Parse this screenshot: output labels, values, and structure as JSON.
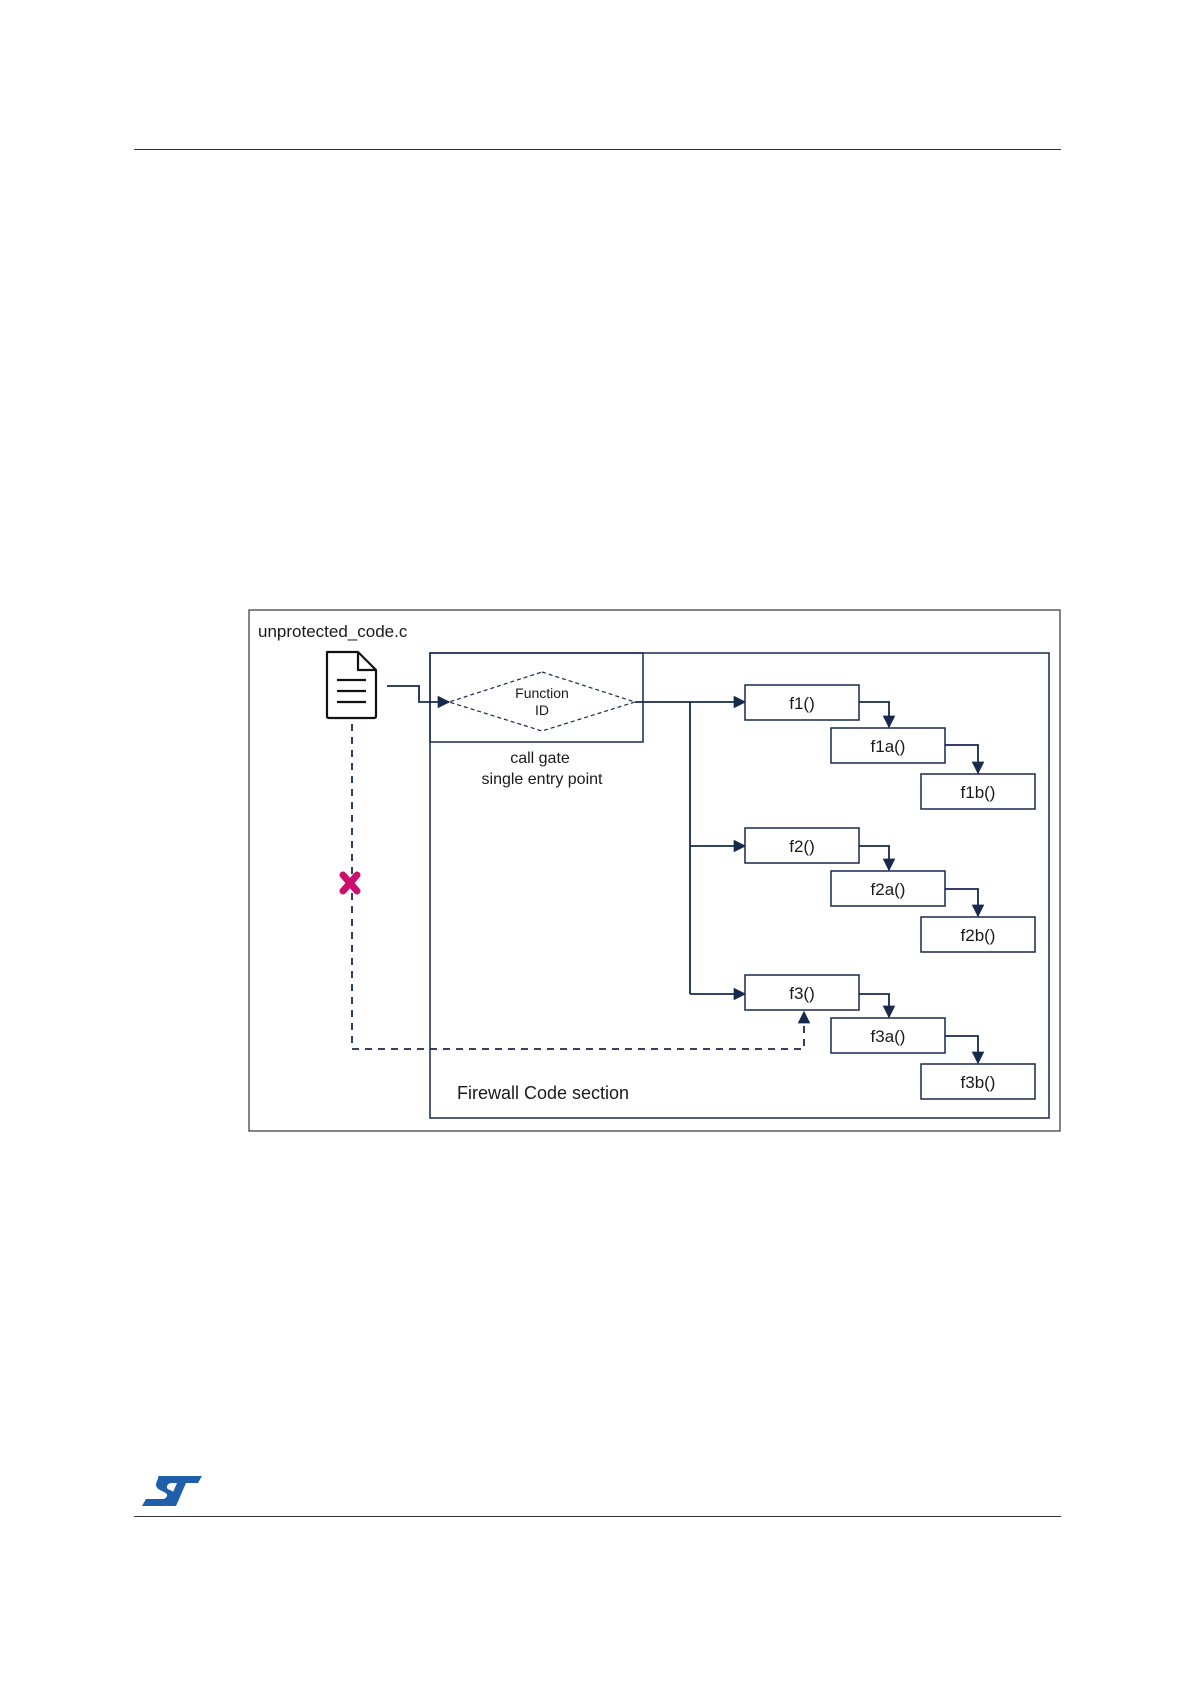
{
  "diagram": {
    "outer_label": "unprotected_code.c",
    "firewall_label": "Firewall Code section",
    "gate_diamond_line1": "Function",
    "gate_diamond_line2": "ID",
    "gate_caption_line1": "call gate",
    "gate_caption_line2": "single entry point",
    "functions": [
      {
        "main": "f1()",
        "sub_a": "f1a()",
        "sub_b": "f1b()"
      },
      {
        "main": "f2()",
        "sub_a": "f2a()",
        "sub_b": "f2b()"
      },
      {
        "main": "f3()",
        "sub_a": "f3a()",
        "sub_b": "f3b()"
      }
    ]
  },
  "colors": {
    "navy": "#17294d",
    "blocked": "#cc0f6e"
  },
  "logo": "ST"
}
